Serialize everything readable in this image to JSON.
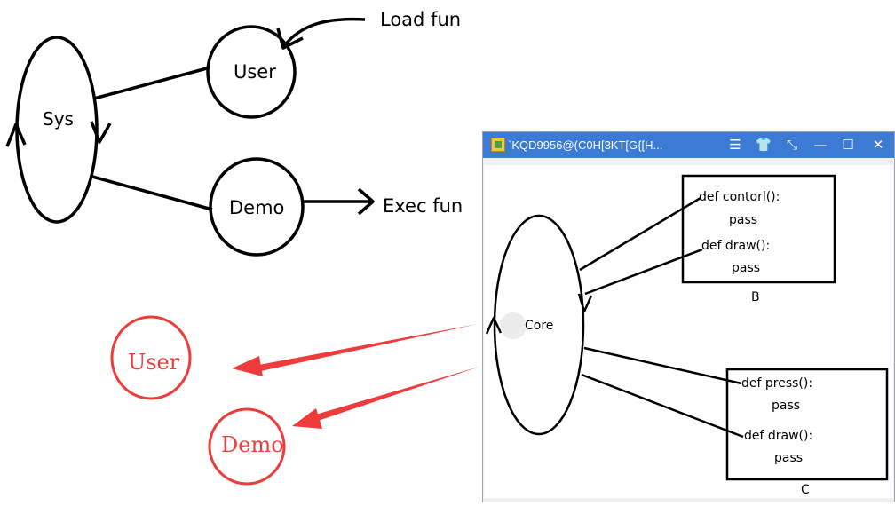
{
  "left_diagram": {
    "sys_label": "Sys",
    "user_label": "User",
    "demo_label": "Demo",
    "load_label": "Load fun",
    "exec_label": "Exec fun"
  },
  "red_annotations": {
    "user_label": "User",
    "demo_label": "Demo",
    "color": "#ee3b3b"
  },
  "window": {
    "title": "`KQD9956@(C0H[3KT[G{[H...",
    "title_bar_color": "#3b7bd4",
    "buttons": [
      "menu-icon",
      "skin-icon",
      "shrink-icon",
      "minimize-icon",
      "maximize-icon",
      "close-icon"
    ],
    "core_label": "Core",
    "box_b": {
      "code": [
        "def contorl():",
        "pass",
        "def draw():",
        "pass"
      ],
      "caption": "B"
    },
    "box_c": {
      "code": [
        "def press():",
        "pass",
        "def draw():",
        "pass"
      ],
      "caption": "C"
    }
  }
}
